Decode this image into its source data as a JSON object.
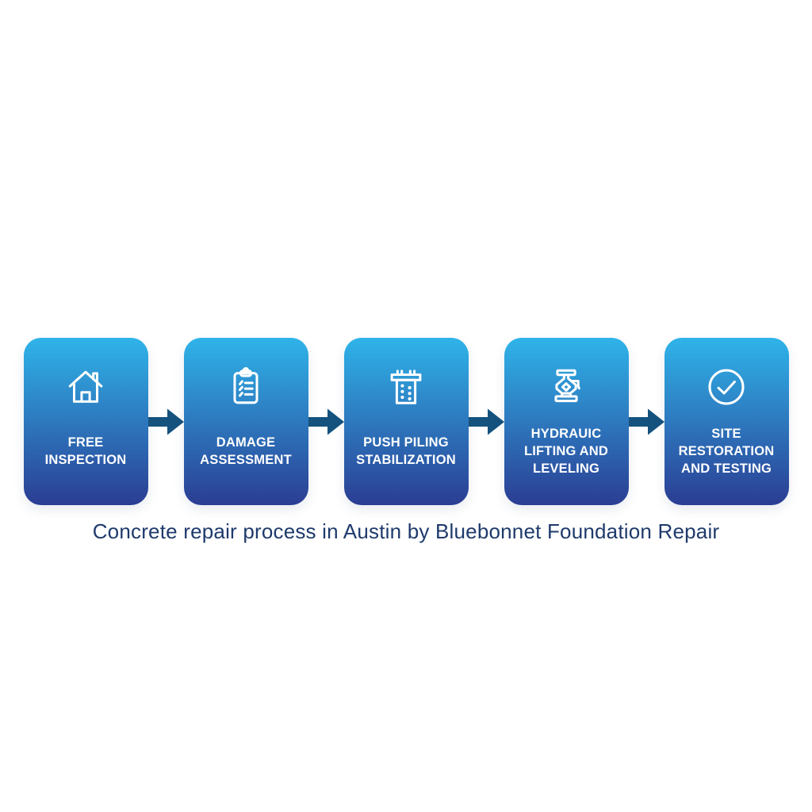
{
  "page": {
    "background": "#FFFFFF"
  },
  "colors": {
    "card_gradient_top": "#2FB4E9",
    "card_gradient_bottom": "#2B3D93",
    "arrow": "#15527E",
    "step_text": "#FFFFFF",
    "caption_text": "#1E3A6C"
  },
  "process": {
    "steps": [
      {
        "icon": "house-icon",
        "label_lines": [
          "FREE",
          "INSPECTION"
        ]
      },
      {
        "icon": "clipboard-checklist-icon",
        "label_lines": [
          "DAMAGE",
          "ASSESSMENT"
        ]
      },
      {
        "icon": "push-pile-icon",
        "label_lines": [
          "PUSH PILING",
          "STABILIZATION"
        ]
      },
      {
        "icon": "hydraulic-jack-icon",
        "label_lines": [
          "HYDRAUIC",
          "LIFTING AND",
          "LEVELING"
        ]
      },
      {
        "icon": "check-circle-icon",
        "label_lines": [
          "SITE",
          "RESTORATION",
          "AND TESTING"
        ]
      }
    ],
    "arrow_icon": "right-block-arrow-icon"
  },
  "caption": "Concrete repair process in Austin by Bluebonnet Foundation Repair"
}
